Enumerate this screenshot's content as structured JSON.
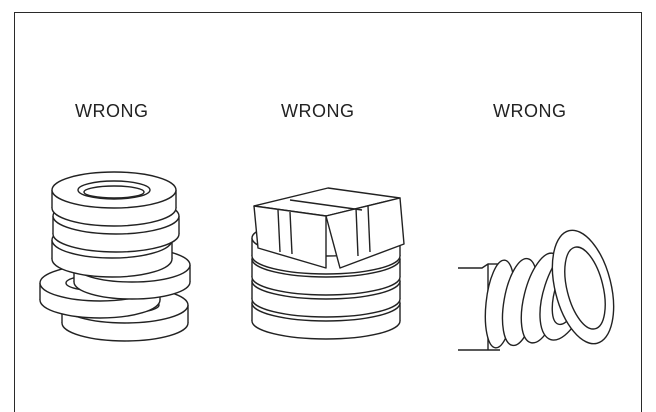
{
  "panels": [
    {
      "label": "WRONG",
      "illustration": "tires-stacked-offset"
    },
    {
      "label": "WRONG",
      "illustration": "box-on-tire-stack"
    },
    {
      "label": "WRONG",
      "illustration": "tires-leaning-against-wall"
    }
  ],
  "colors": {
    "ink": "#222222",
    "paper": "#ffffff"
  }
}
